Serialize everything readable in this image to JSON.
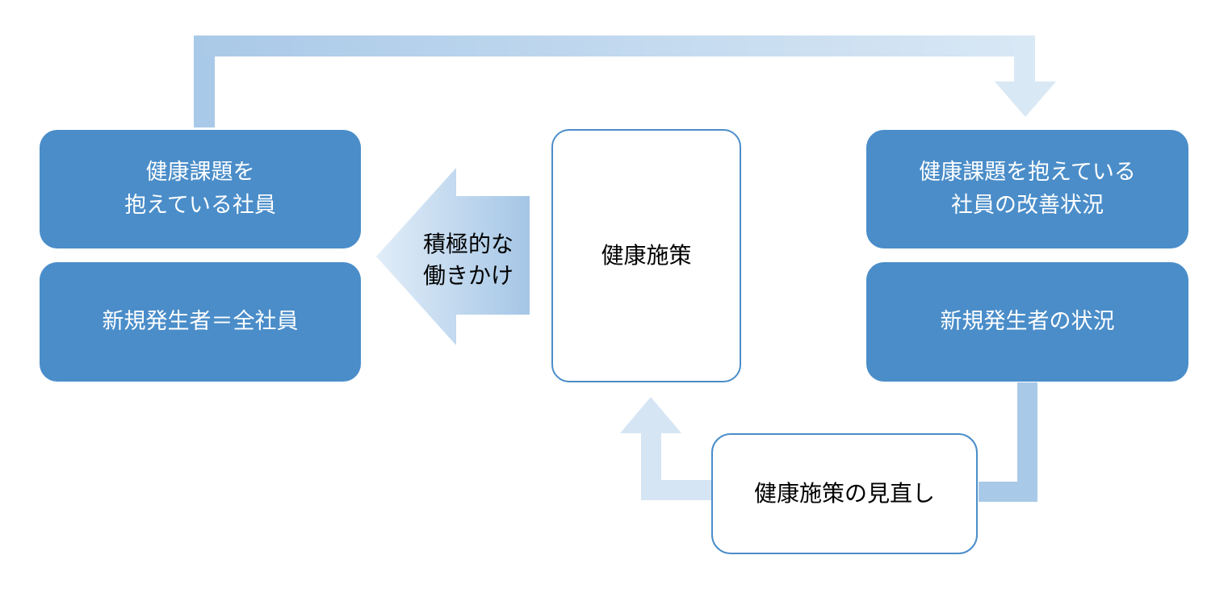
{
  "colors": {
    "box_fill": "#4a8dc9",
    "box_text": "#ffffff",
    "outline_border": "#4a8dc9",
    "connector_dark": "#a9c9e8",
    "connector_light": "#d5e5f4"
  },
  "left_top": {
    "lines": [
      "健康課題を",
      "抱えている社員"
    ]
  },
  "left_bottom": {
    "label": "新規発生者＝全社員"
  },
  "center": {
    "label": "健康施策"
  },
  "arrow_left": {
    "lines": [
      "積極的な",
      "働きかけ"
    ]
  },
  "right_top": {
    "lines": [
      "健康課題を抱えている",
      "社員の改善状況"
    ]
  },
  "right_bottom": {
    "label": "新規発生者の状況"
  },
  "review": {
    "label": "健康施策の見直し"
  }
}
